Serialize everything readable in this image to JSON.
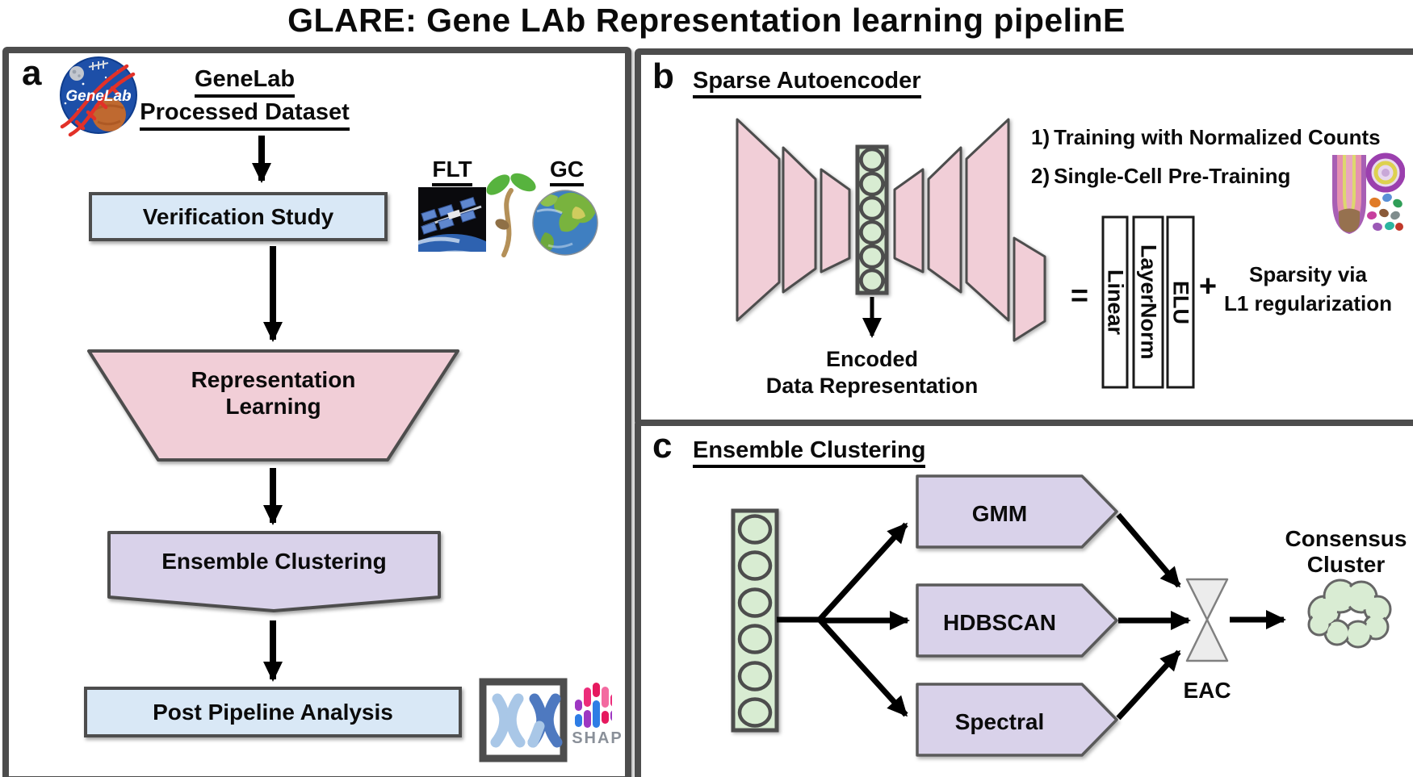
{
  "title": "GLARE: Gene LAb Representation learning pipelinE",
  "colors": {
    "panel_border": "#4d4d4d",
    "box_blue": "#d9e8f6",
    "pink": "#f1ced7",
    "purple": "#d9d2ea",
    "green": "#d8ecd2",
    "arrow_black": "#000000",
    "shap_gray": "#8a9099"
  },
  "panel_a": {
    "label": "a",
    "genelab_logo_text": "GeneLab",
    "dataset_line1": "GeneLab",
    "dataset_line2": "Processed Dataset",
    "verification_label": "Verification Study",
    "flt_label": "FLT",
    "gc_label": "GC",
    "representation_line1": "Representation",
    "representation_line2": "Learning",
    "ensemble_label": "Ensemble Clustering",
    "post_pipeline_label": "Post Pipeline Analysis",
    "shap_label": "SHAP"
  },
  "panel_b": {
    "label": "b",
    "title": "Sparse Autoencoder",
    "note1_num": "1)",
    "note1_text": "Training with Normalized Counts",
    "note2_num": "2)",
    "note2_text": "Single-Cell Pre-Training",
    "encoded_line1": "Encoded",
    "encoded_line2": "Data Representation",
    "equals_sign": "=",
    "layer_blocks": [
      "Linear",
      "LayerNorm",
      "ELU"
    ],
    "plus_sign": "+",
    "sparsity_line1": "Sparsity via",
    "sparsity_line2": "L1 regularization"
  },
  "panel_c": {
    "label": "c",
    "title": "Ensemble Clustering",
    "methods": [
      "GMM",
      "HDBSCAN",
      "Spectral"
    ],
    "eac_label": "EAC",
    "consensus_line1": "Consensus",
    "consensus_line2": "Cluster"
  }
}
